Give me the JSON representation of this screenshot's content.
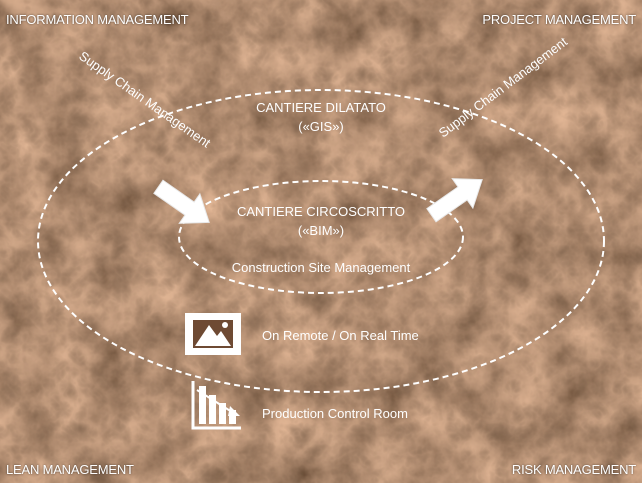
{
  "corners": {
    "top_left": "INFORMATION MANAGEMENT",
    "top_right": "PROJECT MANAGEMENT",
    "bottom_left": "LEAN MANAGEMENT",
    "bottom_right": "RISK MANAGEMENT"
  },
  "supply_chain": {
    "left": "Supply Chain Management",
    "right": "Supply Chain Management"
  },
  "outer_ellipse": {
    "title": "CANTIERE DILATATO",
    "subtitle": "(«GIS»)"
  },
  "inner_ellipse": {
    "title": "CANTIERE CIRCOSCRITTO",
    "subtitle": "(«BIM»)",
    "caption": "Construction Site Management"
  },
  "features": [
    {
      "icon": "image-icon",
      "label": "On Remote / On Real Time"
    },
    {
      "icon": "bar-chart-icon",
      "label": "Production Control Room"
    }
  ],
  "colors": {
    "background": "#5a3520",
    "text": "#ffffff",
    "dashes": "#ffffff"
  }
}
